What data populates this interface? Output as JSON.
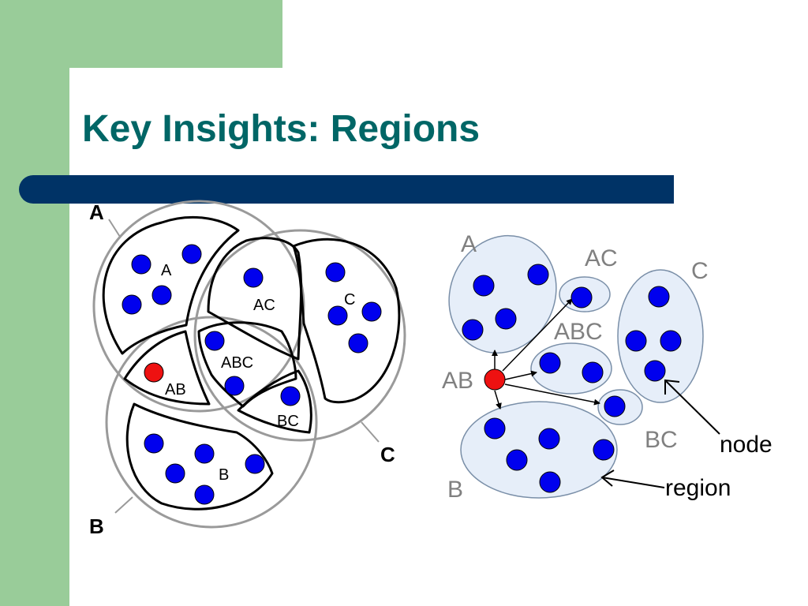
{
  "slide": {
    "title": "Key Insights: Regions"
  },
  "colors": {
    "green": "#99cc99",
    "title": "#006666",
    "navy": "#003366",
    "node": "#0000ee",
    "highlight_node": "#ee1111",
    "region_fill": "#e6eef9",
    "circle_stroke": "#9a9a9a",
    "label_gray": "#808080"
  },
  "venn": {
    "circle_labels": {
      "a": "A",
      "b": "B",
      "c": "C"
    },
    "region_labels": {
      "a": "A",
      "ac": "AC",
      "c": "C",
      "abc": "ABC",
      "ab": "AB",
      "bc": "BC",
      "b": "B"
    }
  },
  "region_graph": {
    "region_labels": {
      "a": "A",
      "ac": "AC",
      "c": "C",
      "abc": "ABC",
      "ab": "AB",
      "bc": "BC",
      "b": "B"
    },
    "annotations": {
      "node": "node",
      "region": "region"
    }
  }
}
